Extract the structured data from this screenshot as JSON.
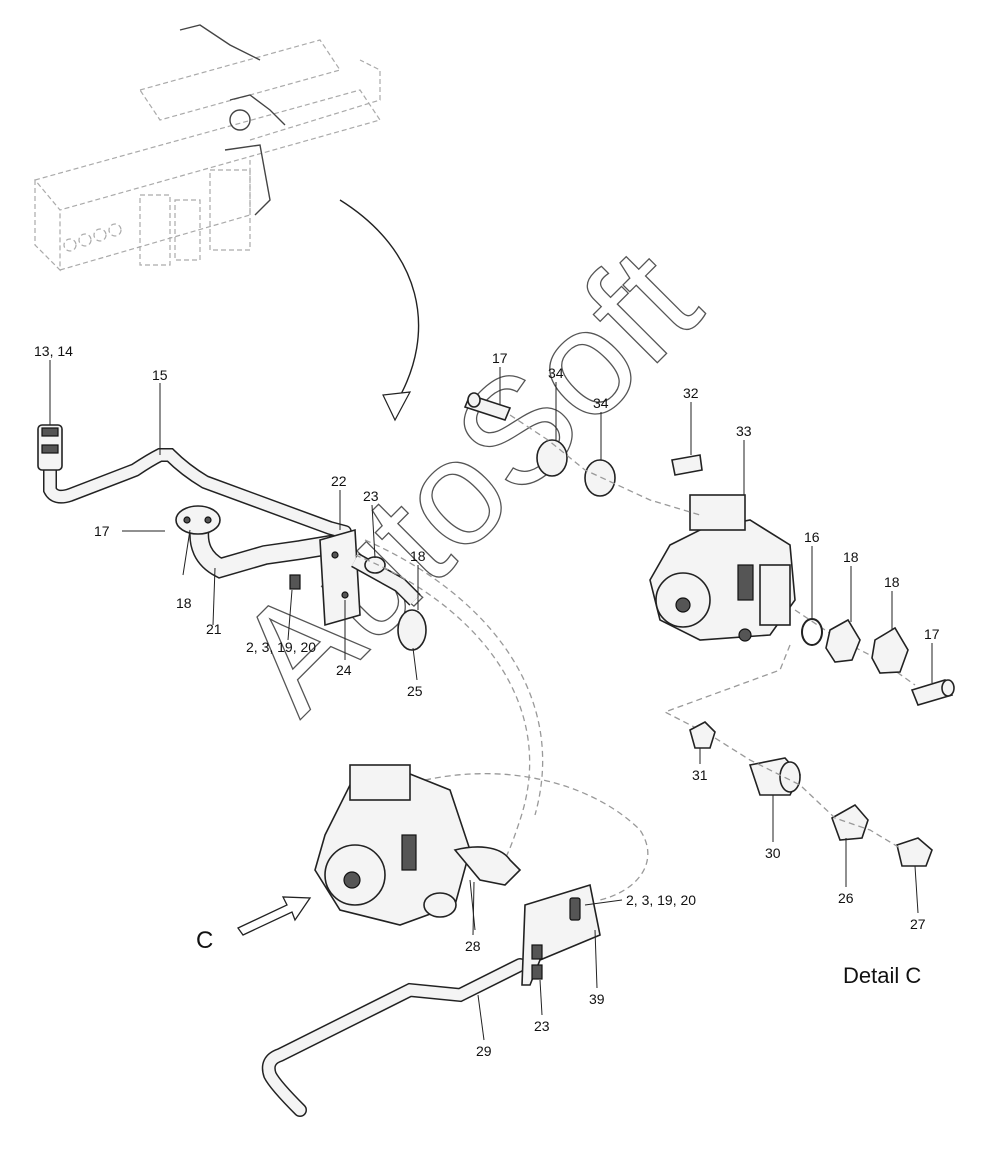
{
  "watermark": "AutoSoft",
  "view_label": "C",
  "detail_title": "Detail C",
  "callouts": {
    "c13_14": "13, 14",
    "c15": "15",
    "c17_left": "17",
    "c18_left": "18",
    "c21": "21",
    "c2_3_19_20_mid": "2, 3, 19, 20",
    "c22": "22",
    "c23_top": "23",
    "c24": "24",
    "c18_mid": "18",
    "c25": "25",
    "c17_top": "17",
    "c34_a": "34",
    "c34_b": "34",
    "c32": "32",
    "c33": "33",
    "c16": "16",
    "c18_r1": "18",
    "c18_r2": "18",
    "c17_right": "17",
    "c31": "31",
    "c30": "30",
    "c26": "26",
    "c27": "27",
    "c28": "28",
    "c2_3_19_20_low": "2, 3, 19, 20",
    "c39": "39",
    "c23_low": "23",
    "c29": "29"
  }
}
